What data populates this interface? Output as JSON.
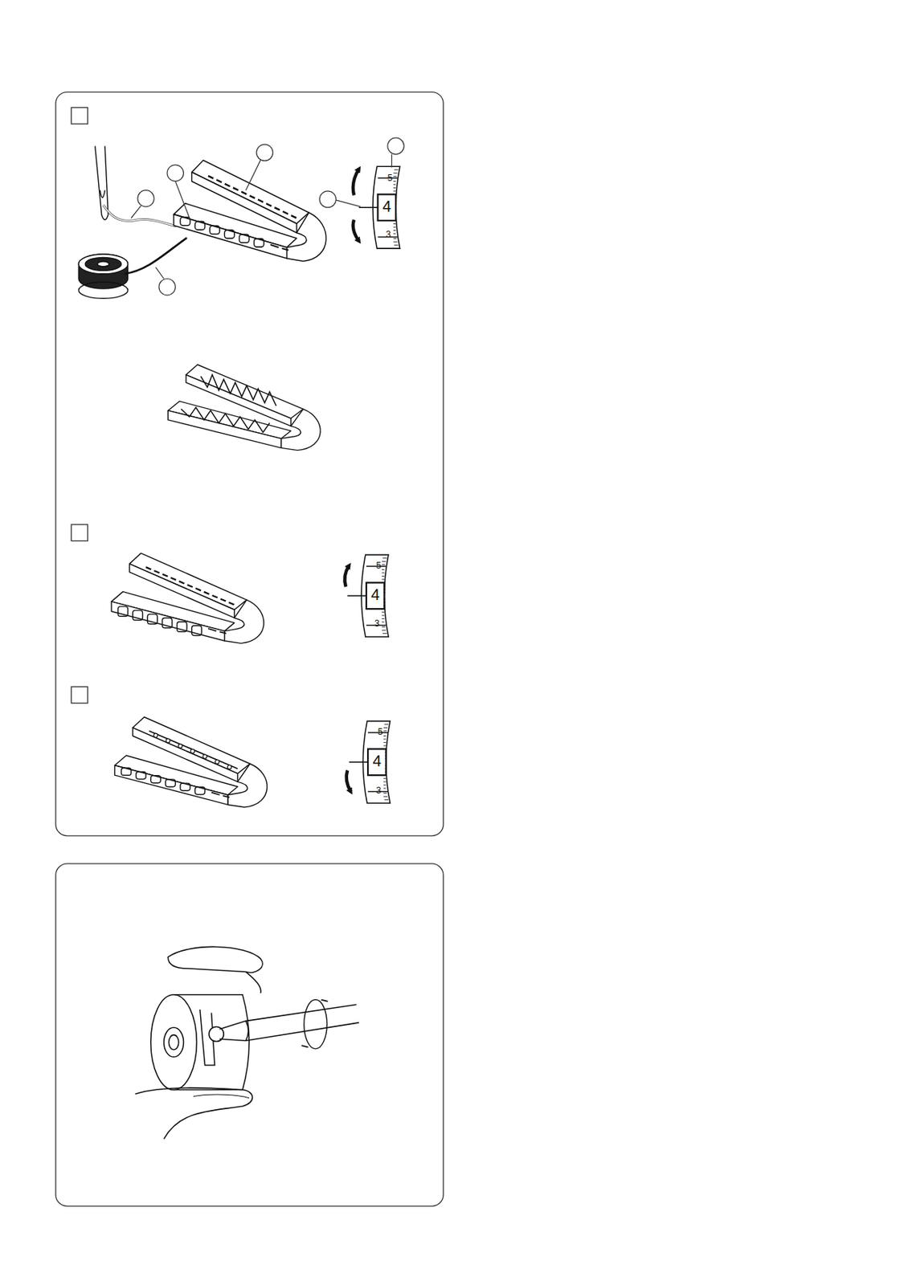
{
  "diagram": {
    "labels": [
      "5",
      "4",
      "3",
      "5",
      "4",
      "3",
      "5",
      "4",
      "3"
    ]
  }
}
